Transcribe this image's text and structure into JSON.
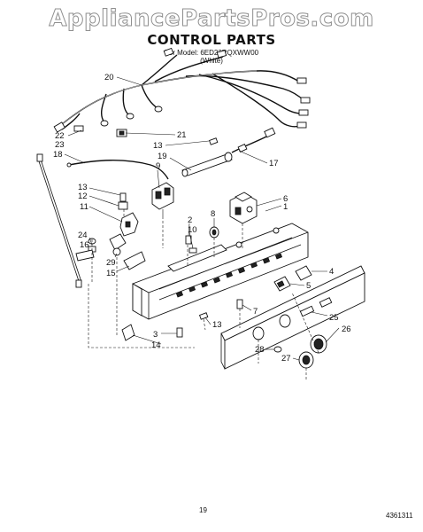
{
  "watermark": "AppliancePartsPros.com",
  "title": "CONTROL PARTS",
  "subtitle_model": "For Model: 6ED22RQXWW00",
  "subtitle_color": "(White)",
  "page_number": "19",
  "doc_code": "4361311",
  "callouts": [
    "20",
    "22",
    "23",
    "21",
    "13",
    "19",
    "17",
    "18",
    "9",
    "13",
    "12",
    "11",
    "6",
    "1",
    "8",
    "2",
    "10",
    "24",
    "16",
    "29",
    "15",
    "4",
    "5",
    "7",
    "25",
    "26",
    "13",
    "3",
    "14",
    "28",
    "27"
  ]
}
